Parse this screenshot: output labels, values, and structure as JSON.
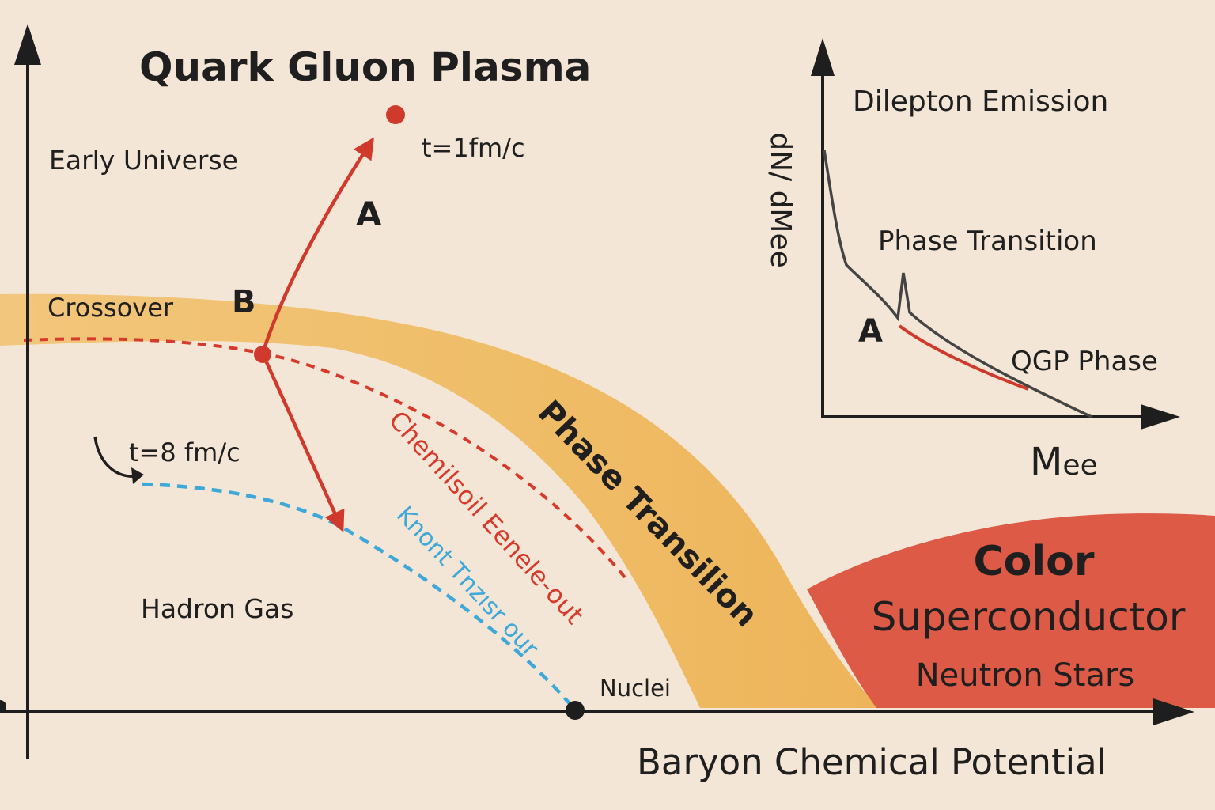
{
  "main": {
    "title": "Quark Gluon Plasma",
    "x_axis_label": "Baryon Chemical Potential",
    "regions": {
      "early_universe": "Early Universe",
      "crossover": "Crossover",
      "hadron_gas": "Hadron Gas",
      "nuclei": "Nuclei",
      "phase_transition": "Phase Transilion",
      "color_line1": "Color",
      "color_line2": "Superconductor",
      "neutron_stars": "Neutron Stars"
    },
    "curves": {
      "chemical_freezeout": "Chemilsoil Eenele-out",
      "kinetic_freezeout": "Knont Tnzısr our"
    },
    "points": {
      "A": "A",
      "B": "B",
      "t_start": "t=1fm/c",
      "t_end": "t=8 fm/c"
    }
  },
  "inset": {
    "title": "Dilepton Emission",
    "y_label": "dN/ dMee",
    "x_label_main": "M",
    "x_label_sub": "ee",
    "phase_transition": "Phase Transition",
    "point_A": "A",
    "qgp_phase": "QGP Phase"
  },
  "colors": {
    "background": "#f4e6d6",
    "band": "#f0c070",
    "band_edge": "#ecb560",
    "color_superconductor": "#dd5a47",
    "trajectory": "#d03a2c",
    "chemical_freezeout": "#d63a2a",
    "kinetic_freezeout": "#3ea8d8",
    "axis": "#1e1e1e",
    "text": "#1f1f1f"
  }
}
